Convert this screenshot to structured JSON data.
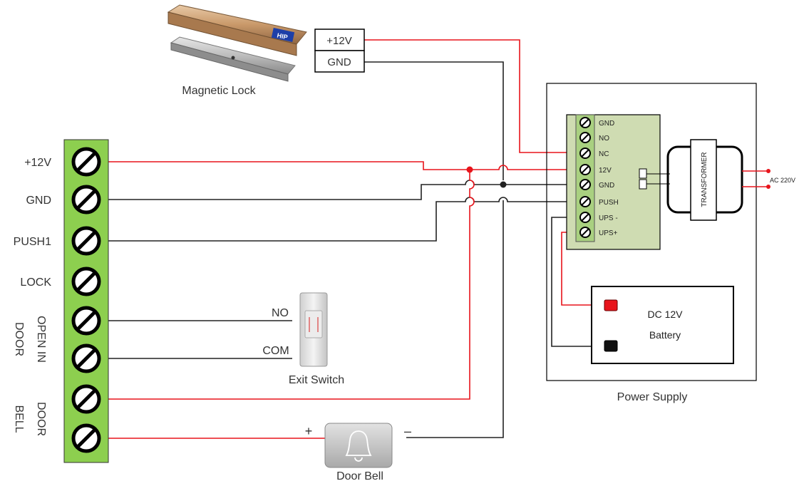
{
  "controller": {
    "terminals": [
      "+12V",
      "GND",
      "PUSH1",
      "LOCK"
    ],
    "group_open_in_door": [
      "OPEN IN",
      "DOOR"
    ],
    "group_door_bell": [
      "DOOR",
      "BELL"
    ]
  },
  "magnetic_lock": {
    "label": "Magnetic Lock",
    "brand": "HIP",
    "terminal_12v": "+12V",
    "terminal_gnd": "GND"
  },
  "power_supply": {
    "label": "Power Supply",
    "terminals": [
      "GND",
      "NO",
      "NC",
      "12V",
      "GND",
      "PUSH",
      "UPS -",
      "UPS+"
    ],
    "transformer": "TRANSFORMER",
    "ac_input": "AC 220V",
    "battery_line1": "DC 12V",
    "battery_line2": "Battery"
  },
  "exit_switch": {
    "label": "Exit Switch",
    "no": "NO",
    "com": "COM"
  },
  "door_bell": {
    "label": "Door Bell",
    "plus": "+",
    "minus": "–"
  },
  "colors": {
    "wire_red": "#e8141b",
    "wire_black": "#222222",
    "terminal_green": "#8dcf4f",
    "psu_board": "#cfdcb2",
    "psu_strip": "#a9d080"
  }
}
